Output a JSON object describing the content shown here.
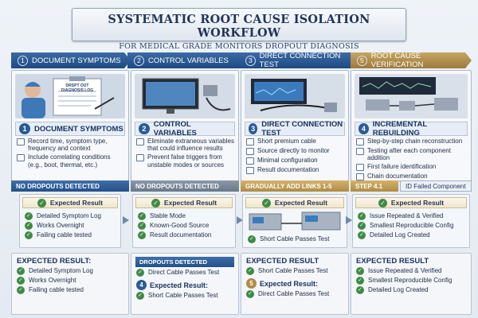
{
  "header": {
    "title": "SYSTEMATIC ROOT CAUSE ISOLATION WORKFLOW",
    "subtitle": "FOR MEDICAL GRADE MONITORS DROPOUT DIAGNOSIS"
  },
  "steps": [
    {
      "num": "1",
      "label": "DOCUMENT SYMPTOMS"
    },
    {
      "num": "2",
      "label": "CONTROL VARIABLES"
    },
    {
      "num": "3",
      "label": "DIRECT CONNECTION TEST"
    },
    {
      "num": "5",
      "label": "ROOT CAUSE VERIFICATION"
    }
  ],
  "illus": {
    "clipboard_title": "DRSPT OUT DIAGNOSIS LOG"
  },
  "phases": [
    {
      "num": "1",
      "title": "DOCUMENT SYMPTOMS",
      "bullets": [
        "Record time, symptom type, frequency and context",
        "Include correlating conditions (e.g., boot, thermal, etc.)"
      ]
    },
    {
      "num": "2",
      "title": "CONTROL VARIABLES",
      "bullets": [
        "Eliminate extraneous variables that could influence results",
        "Prevent false triggers from unstable modes or sources"
      ]
    },
    {
      "num": "3",
      "title": "DIRECT CONNECTION TEST",
      "bullets": [
        "Short premium cable",
        "Source directly to monitor",
        "Minimal configuration",
        "Result documentation"
      ]
    },
    {
      "num": "4",
      "title": "INCREMENTAL REBUILDING",
      "bullets": [
        "Step-by-step chain reconstruction",
        "Testing after each component addition",
        "First failure identification",
        "Chain documentation"
      ]
    }
  ],
  "ribbons": [
    "NO DROPOUTS DETECTED",
    "NO DROPOUTS DETECTED",
    "GRADUALLY ADD LINKS 1-5",
    "STEP 4.1",
    "ID Failed Component"
  ],
  "results": [
    {
      "head": "Expected Result",
      "items": [
        "Detailed Symptom Log",
        "Works Overnight",
        "Failing cable tested"
      ]
    },
    {
      "head": "Expected Result",
      "items": [
        "Stable Mode",
        "Known-Good Source",
        "Result documentation"
      ]
    },
    {
      "head": "Expected Result",
      "items": [
        "Short Cable Passes Test"
      ]
    },
    {
      "head": "Expected Result",
      "items": [
        "Issue Repeated & Verified",
        "Smallest Reproducible Config",
        "Detailed Log Created"
      ]
    }
  ],
  "lower": [
    {
      "head": "EXPECTED RESULT:",
      "items": [
        "Detailed Symptom Log",
        "Works Overnight",
        "Failing cable tested"
      ]
    },
    {
      "head": "DROPOUTS DETECTED",
      "items": [
        "Direct Cable Passes Test"
      ],
      "sub_num": "4",
      "sub_head": "Expected Result:",
      "sub_items": [
        "Short Cable Passes Test"
      ]
    },
    {
      "head": "EXPECTED RESULT",
      "items": [
        "Short Cable Passes Test"
      ],
      "sub_num": "5",
      "sub_head": "Expected Result:",
      "sub_items": [
        "Direct Cable Passes Test"
      ]
    },
    {
      "head": "EXPECTED RESULT",
      "items": [
        "Issue Repeated & Verified",
        "Smallest Reproducible Config",
        "Detailed Log Created"
      ]
    }
  ],
  "colors": {
    "primary": "#24508a",
    "accent_gold": "#b08b45",
    "check_green": "#3f8a45"
  }
}
